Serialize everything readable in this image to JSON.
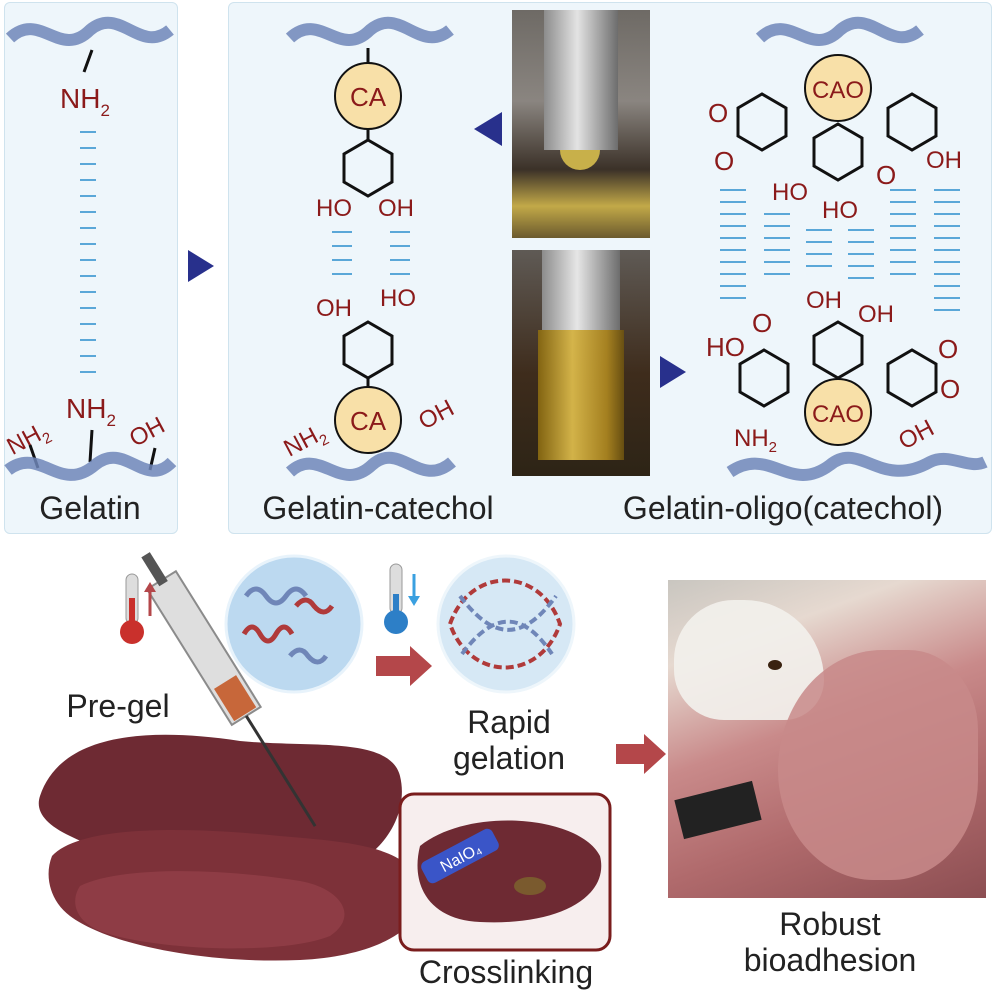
{
  "top": {
    "gelatin_label": "Gelatin",
    "catechol_label": "Gelatin-catechol",
    "oligo_label": "Gelatin-oligo(catechol)",
    "groups": {
      "nh2_sub": "2",
      "nh": "NH",
      "oh": "OH",
      "ho": "HO",
      "o": "O",
      "ca": "CA",
      "cao": "CAO"
    }
  },
  "bottom": {
    "pregel_label": "Pre-gel",
    "rapid_label": "Rapid gelation",
    "crosslink_label": "Crosslinking",
    "robust_label": "Robust bioadhesion",
    "reagent_label": "NaIO₄"
  },
  "colors": {
    "panel_bg": "#eef6fb",
    "chain_blue": "#6f86b8",
    "chem_red": "#8b1a1a",
    "bond_blue": "#5aa7d8",
    "ca_fill": "#f8e0a8",
    "arrow_navy": "#28308c",
    "arrow_red": "#b4474a",
    "tissue": "#6e2a33"
  }
}
